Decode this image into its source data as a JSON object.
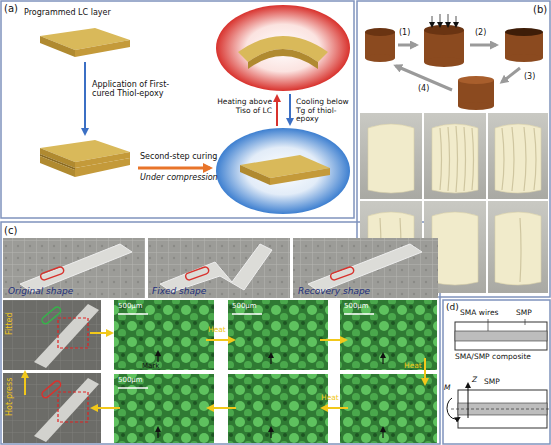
{
  "diagram": {
    "labels": [
      "(a)",
      "Programmed LC layer",
      "Application of First-cured Thiol-epoxy",
      "Second-step curing",
      "Under compression",
      "Heating above Tiso of LC",
      "Cooling below Tg of thiol-epoxy",
      "(b)",
      "(1)",
      "(2)",
      "(3)",
      "(4)",
      "(c)",
      "Original shape",
      "Fixed shape",
      "Recovery shape",
      "500μm",
      "500μm",
      "500μm",
      "500μm",
      "Mark",
      "Heat",
      "Heat",
      "Heat",
      "Fitted",
      "Hot-press",
      "(d)",
      "SMA wires",
      "SMP",
      "SMA/SMP composite",
      "SMP",
      "Z",
      "M"
    ]
  }
}
